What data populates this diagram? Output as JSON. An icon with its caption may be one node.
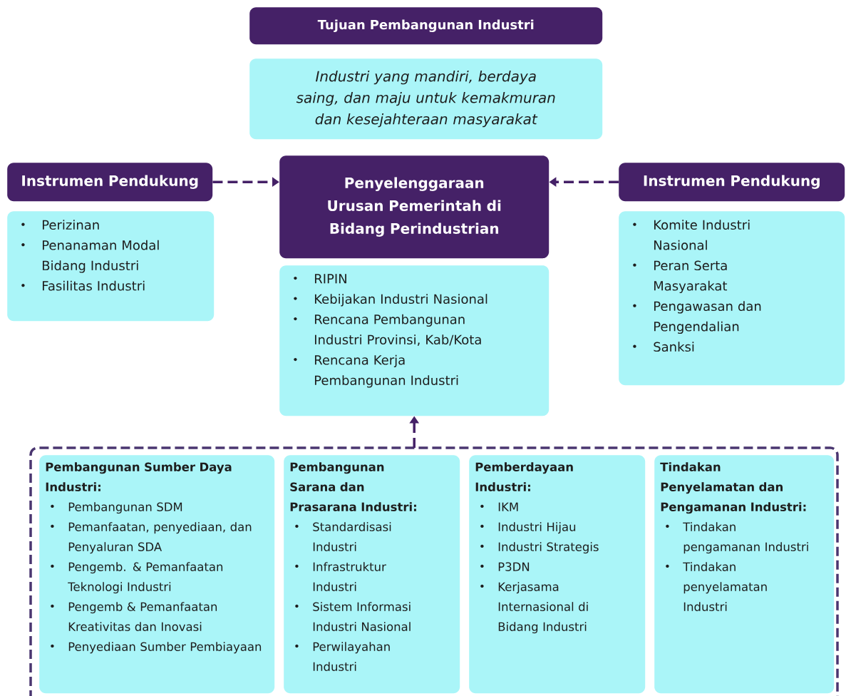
{
  "diagram": {
    "nodes": [
      {
        "text": [
          "Tujuan Pembangunan Industri"
        ]
      },
      {
        "text": [
          "Industri yang mandiri, berdaya saing, dan maju untuk kemakmuran dan kesejahteraan masyarakat"
        ]
      },
      {
        "text": [
          "Instrumen Pendukung"
        ]
      },
      {
        "text": [
          "Perizinan",
          "Penanaman Modal Bidang Industri",
          "Fasilitas Industri"
        ]
      },
      {
        "text": [
          "Penyelenggaraan Urusan Pemerintah di Bidang Perindustrian"
        ]
      },
      {
        "text": [
          "RIPIN",
          "Kebijakan Industri Nasional",
          "Rencana Pembangunan Industri Provinsi, Kab/Kota",
          "Rencana Kerja Pembangunan Industri"
        ]
      },
      {
        "text": [
          "Instrumen Pendukung"
        ]
      },
      {
        "text": [
          "Komite Industri Nasional",
          "Peran Serta Masyarakat",
          "Pengawasan dan Pengendalian",
          "Sanksi"
        ]
      },
      {
        "text": [],
        "shape": "box"
      },
      {
        "text": [
          "Pembangunan Sumber Daya Industri:",
          "Pembangunan SDM",
          "Pemanfaatan, penyediaan, dan Penyaluran SDA",
          "Pengemb. & Pemanfaatan Teknologi Industri",
          "Pengemb & Pemanfaatan Kreativitas dan Inovasi",
          "Penyediaan Sumber Pembiayaan"
        ],
        "in": 8
      },
      {
        "text": [
          "Pembangunan Sarana dan Prasarana Industri:",
          "Standardisasi Industri",
          "Infrastruktur Industri",
          "Sistem Informasi Industri Nasional",
          "Perwilayahan Industri"
        ],
        "in": 8
      },
      {
        "text": [
          "Pemberdayaan Industri:",
          "IKM",
          "Industri Hijau",
          "Industri Strategis",
          "P3DN",
          "Kerjasama Internasional di Bidang Industri"
        ],
        "in": 8
      },
      {
        "text": [
          "Tindakan Penyelamatan dan Pengamanan Industri:",
          "Tindakan pengamanan Industri",
          "Tindakan penyelamatan Industri"
        ],
        "in": 8
      }
    ],
    "edges": [
      {
        "from": 2,
        "to": 4,
        "arrow": "to",
        "style": "dashed"
      },
      {
        "from": 6,
        "to": 4,
        "arrow": "to",
        "style": "dashed"
      },
      {
        "from": 8,
        "to": 5,
        "arrow": "to",
        "style": "dashed"
      }
    ]
  }
}
